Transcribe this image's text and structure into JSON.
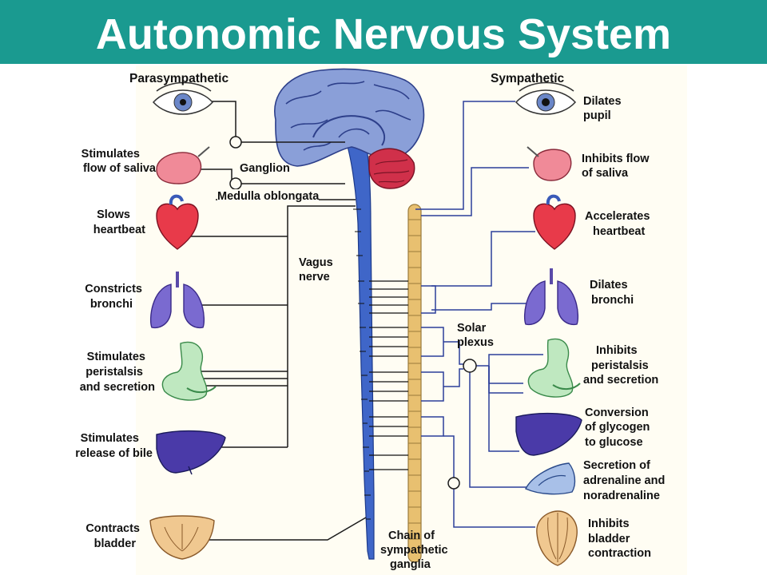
{
  "title": "Autonomic Nervous System",
  "colors": {
    "title_bar": "#1a9a90",
    "title_text": "#ffffff",
    "panel": "#fffdf3",
    "nerve_line_left": "#1a1a1a",
    "nerve_line_right": "#2c3f9a",
    "spinal_cord": "#3f66c8",
    "sympathetic_chain": "#e8c070",
    "brain": "#8a9fd8",
    "cerebellum": "#d0304a"
  },
  "headings": {
    "parasympathetic": "Parasympathetic",
    "sympathetic": "Sympathetic"
  },
  "center_labels": {
    "ganglion": "Ganglion",
    "medulla": "Medulla oblongata",
    "vagus_line1": "Vagus",
    "vagus_line2": "nerve",
    "solar_line1": "Solar",
    "solar_line2": "plexus",
    "chain_line1": "Chain of",
    "chain_line2": "sympathetic",
    "chain_line3": "ganglia"
  },
  "parasympathetic_effects": {
    "saliva": [
      "Stimulates",
      "flow of saliva"
    ],
    "heart": [
      "Slows",
      "heartbeat"
    ],
    "bronchi": [
      "Constricts",
      "bronchi"
    ],
    "peristalsis": [
      "Stimulates",
      "peristalsis",
      "and secretion"
    ],
    "bile": [
      "Stimulates",
      "release of bile"
    ],
    "bladder": [
      "Contracts",
      "bladder"
    ]
  },
  "sympathetic_effects": {
    "pupil": [
      "Dilates",
      "pupil"
    ],
    "saliva": [
      "Inhibits flow",
      "of saliva"
    ],
    "heart": [
      "Accelerates",
      "heartbeat"
    ],
    "bronchi": [
      "Dilates",
      "bronchi"
    ],
    "peristalsis": [
      "Inhibits",
      "peristalsis",
      "and secretion"
    ],
    "glycogen": [
      "Conversion",
      "of glycogen",
      "to glucose"
    ],
    "adrenaline": [
      "Secretion of",
      "adrenaline and",
      "noradrenaline"
    ],
    "bladder": [
      "Inhibits",
      "bladder",
      "contraction"
    ]
  },
  "organ_icons": [
    "eye-icon",
    "salivary-gland-icon",
    "heart-icon",
    "lungs-icon",
    "stomach-icon",
    "liver-icon",
    "bladder-icon",
    "adrenal-gland-icon",
    "brain-icon"
  ]
}
